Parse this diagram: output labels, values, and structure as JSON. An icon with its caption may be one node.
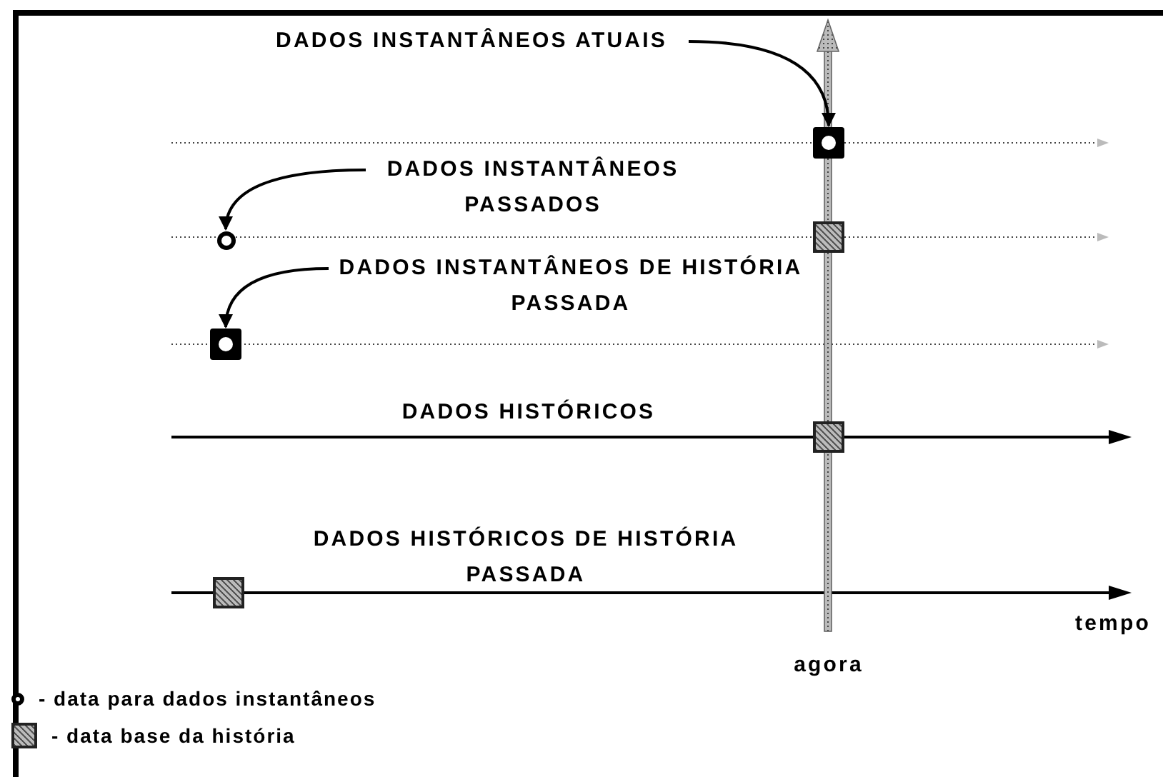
{
  "diagram": {
    "nodes": [
      {
        "text": [
          "DADOS INSTANTÂNEOS ATUAIS"
        ]
      },
      {
        "text": [],
        "shape": "square"
      },
      {
        "text": [
          "DADOS INSTANTÂNEOS PASSADOS"
        ]
      },
      {
        "text": [],
        "shape": "circle"
      },
      {
        "text": [],
        "shape": "box"
      },
      {
        "text": [
          "DADOS INSTANTÂNEOS DE HISTÓRIA PASSADA"
        ]
      },
      {
        "text": [],
        "shape": "square"
      },
      {
        "text": [],
        "shape": "box"
      },
      {
        "text": [],
        "shape": "box"
      }
    ],
    "edges": [
      {
        "from": 0,
        "to": 1,
        "arrow": "to"
      },
      {
        "from": 2,
        "to": 3,
        "arrow": "to"
      },
      {
        "from": 5,
        "to": 6,
        "arrow": "to"
      }
    ],
    "labels": [
      "DADOS HISTÓRICOS",
      "DADOS HISTÓRICOS DE HISTÓRIA PASSADA",
      "tempo",
      "agora"
    ],
    "legend": [
      {
        "text": "- data para dados instantâneos"
      },
      {
        "text": "- data base da história"
      }
    ]
  }
}
